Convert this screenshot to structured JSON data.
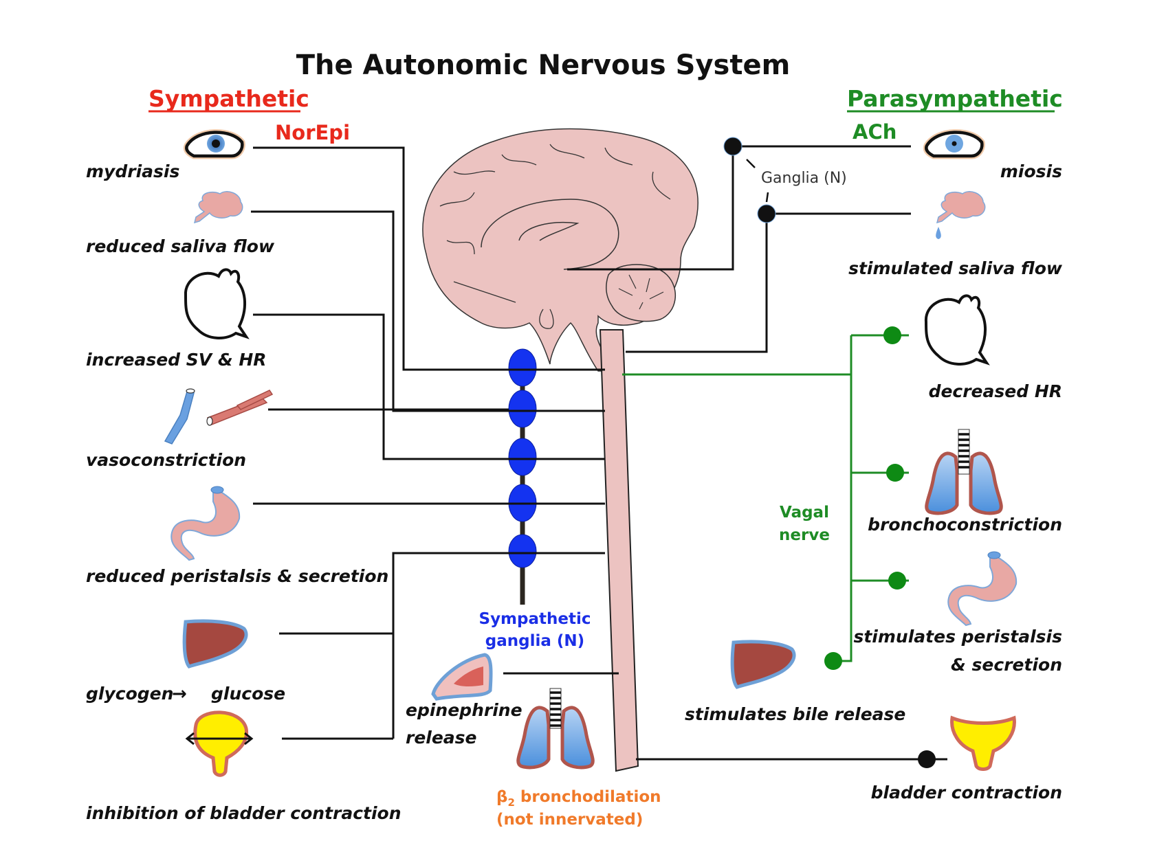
{
  "title": "The Autonomic Nervous System",
  "sympathetic": {
    "heading": "Sympathetic",
    "neurotransmitter": "NorEpi",
    "color": "#e8291c",
    "effects": [
      {
        "label": "mydriasis",
        "organ": "eye"
      },
      {
        "label": "reduced saliva flow",
        "organ": "salivary-gland"
      },
      {
        "label": "increased SV & HR",
        "organ": "heart"
      },
      {
        "label": "vasoconstriction",
        "organ": "blood-vessels"
      },
      {
        "label": "reduced peristalsis & secretion",
        "organ": "stomach"
      },
      {
        "label_left": "glycogen",
        "arrow": "→",
        "label_right": "glucose",
        "organ": "liver"
      },
      {
        "label": "inhibition of bladder contraction",
        "organ": "bladder"
      }
    ],
    "ganglia_label_1": "Sympathetic",
    "ganglia_label_2": "ganglia (N)",
    "ganglia_color": "#1a2ee6",
    "adrenal_label_1": "epinephrine",
    "adrenal_label_2": "release",
    "bronchodilation_beta": "β",
    "bronchodilation_sub": "2",
    "bronchodilation_label": " bronchodilation",
    "bronchodilation_note": "(not innervated)",
    "bronchodilation_color": "#f07a2a"
  },
  "parasympathetic": {
    "heading": "Parasympathetic",
    "neurotransmitter": "ACh",
    "color": "#1e8c25",
    "ganglia_label": "Ganglia (N)",
    "vagal_label_1": "Vagal",
    "vagal_label_2": "nerve",
    "effects": [
      {
        "label": "miosis",
        "organ": "eye"
      },
      {
        "label": "stimulated saliva flow",
        "organ": "salivary-gland"
      },
      {
        "label": "decreased HR",
        "organ": "heart"
      },
      {
        "label": "bronchoconstriction",
        "organ": "lungs"
      },
      {
        "label_1": "stimulates peristalsis",
        "label_2": "& secretion",
        "organ": "stomach"
      },
      {
        "label": "stimulates bile release",
        "organ": "liver"
      },
      {
        "label": "bladder contraction",
        "organ": "bladder"
      }
    ]
  }
}
